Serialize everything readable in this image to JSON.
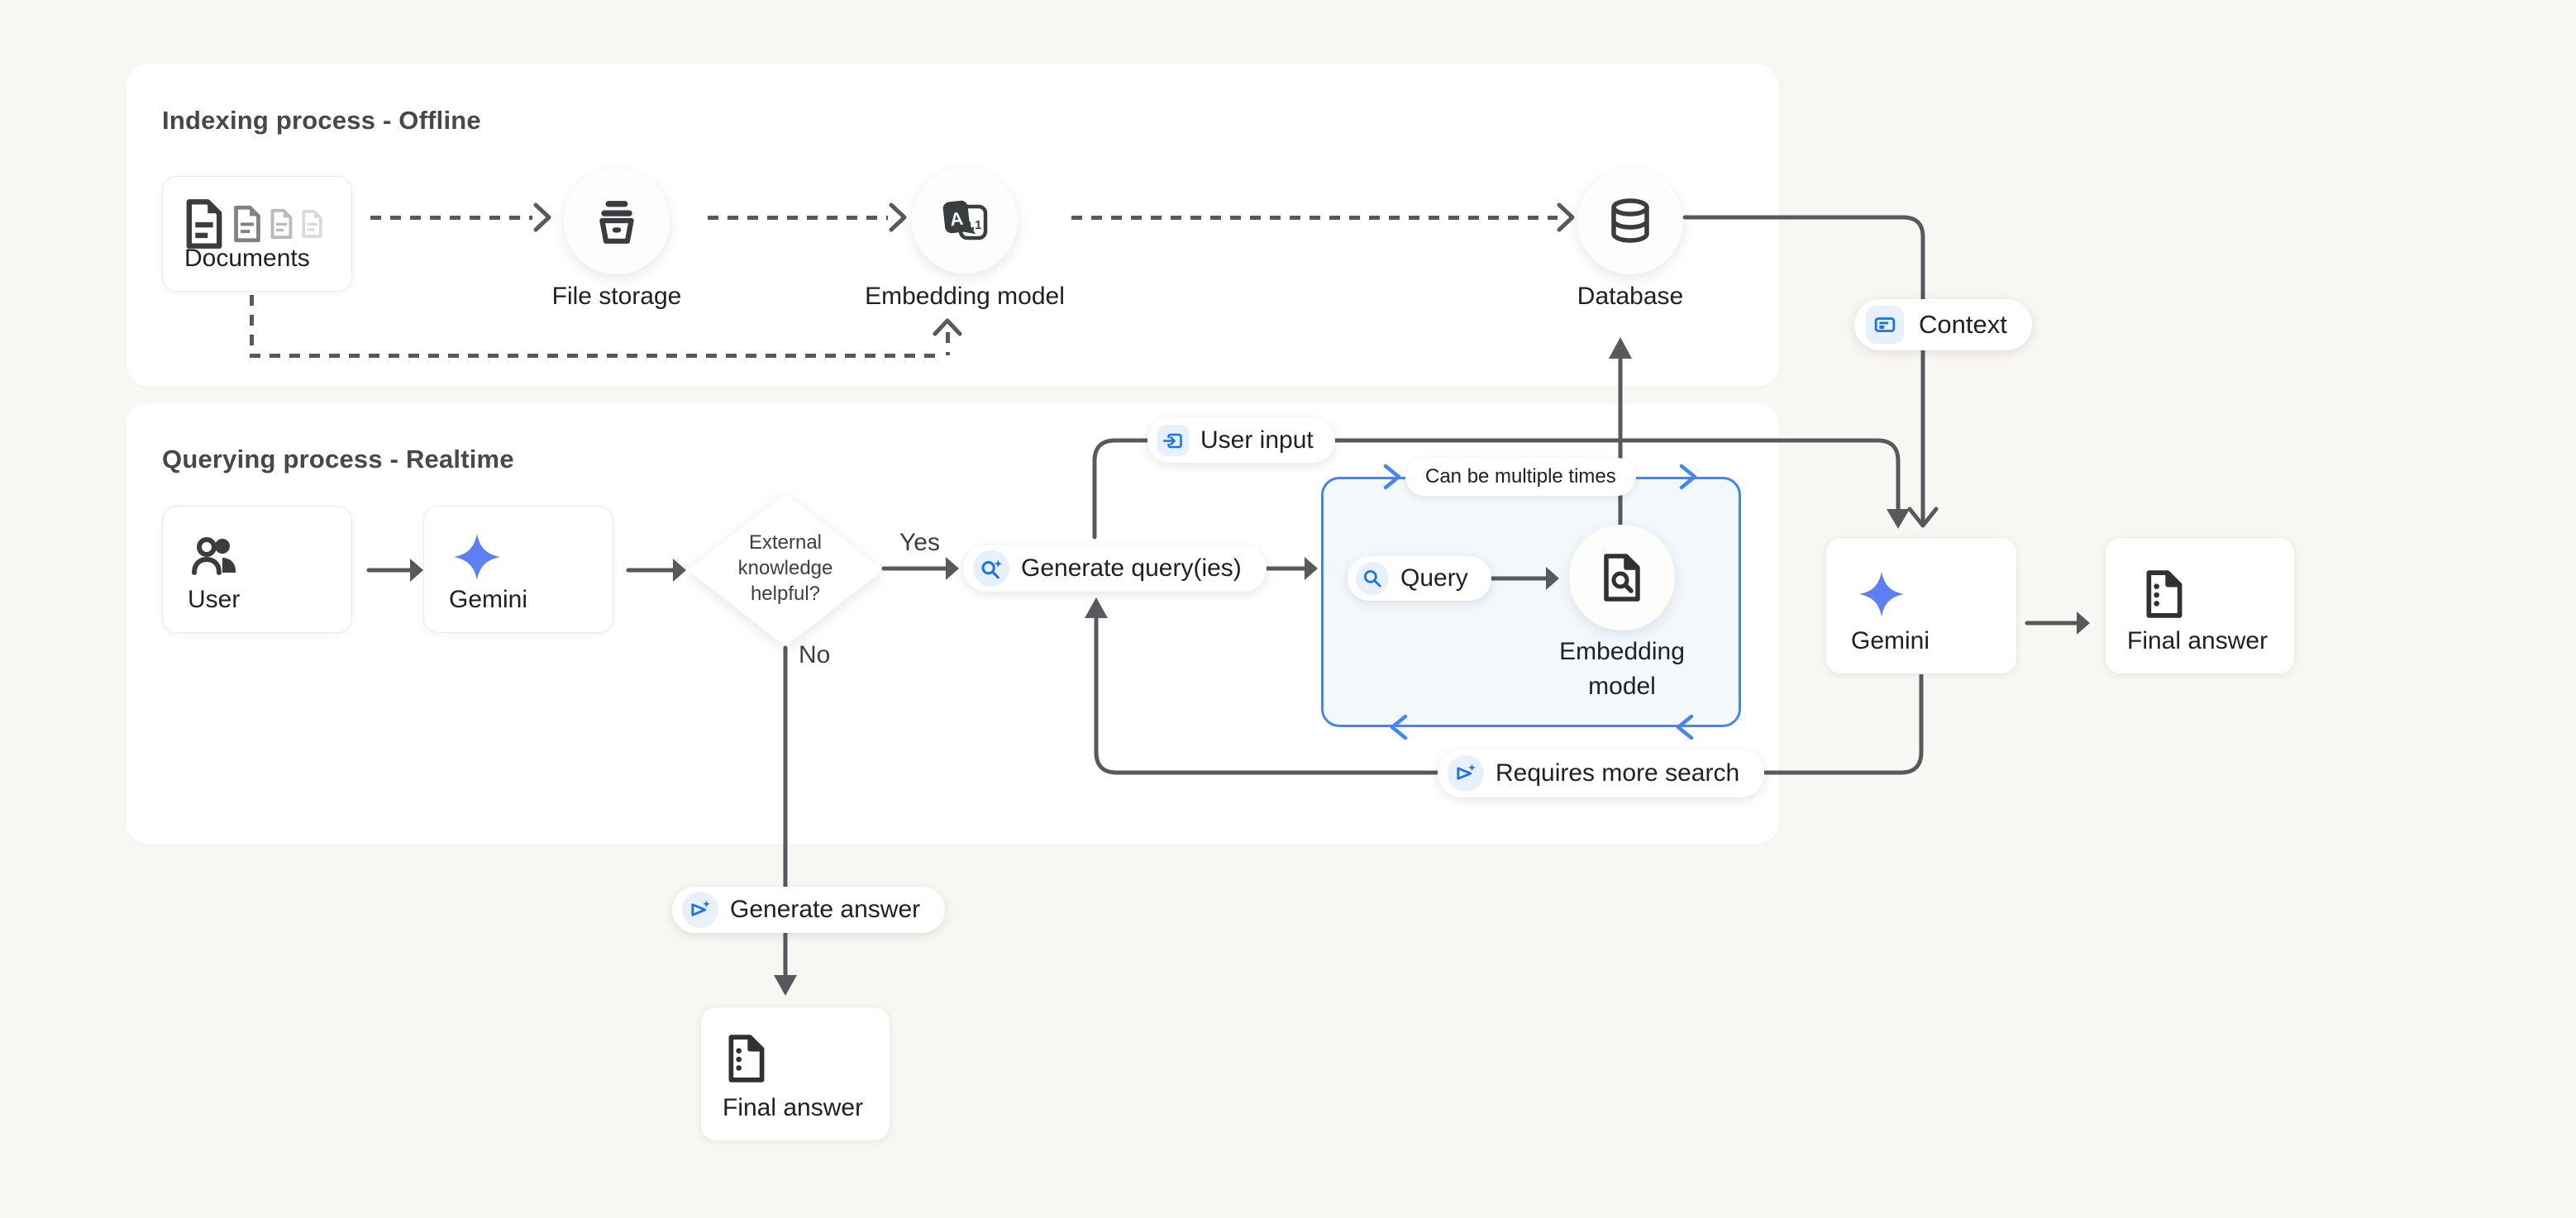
{
  "colors": {
    "page_bg": "#f8f7f4",
    "panel_bg": "#ffffff",
    "line_gray": "#57595c",
    "accent_blue": "#1a73e8",
    "box_border_blue": "#4285f4",
    "chip_blue_bg": "#e8f0fe",
    "loop_box_bg": "#f3f8fc",
    "text_dark": "#202124",
    "title_gray": "#45484c",
    "gemini_gradient_start": "#2e6ff2",
    "gemini_gradient_end": "#9c86f5"
  },
  "icons": {
    "documents": "stacked-document-pages-icon",
    "file_storage": "storage-bucket-icon",
    "embedding_model_top": "translate-a-to-numbers-icon",
    "database": "database-cylinder-icon",
    "user": "two-people-icon",
    "gemini": "gemini-sparkle-icon",
    "generate_queries": "search-spark-icon",
    "user_input": "input-arrow-box-icon",
    "query": "magnifier-icon",
    "embedding_model_loop": "document-search-icon",
    "context": "article-lines-icon",
    "requires_more_search": "send-spark-icon",
    "generate_answer": "send-spark-icon",
    "final_answer": "summarize-document-icon"
  },
  "indexing": {
    "title": "Indexing process - Offline",
    "nodes": {
      "documents": "Documents",
      "file_storage": "File storage",
      "embedding": "Embedding model",
      "database": "Database"
    }
  },
  "querying": {
    "title": "Querying process - Realtime",
    "nodes": {
      "user": "User",
      "gemini": "Gemini"
    },
    "decision": {
      "text": "External knowledge helpful?",
      "yes": "Yes",
      "no": "No"
    },
    "pills": {
      "generate_queries": "Generate query(ies)"
    },
    "badges": {
      "user_input": "User input"
    },
    "loop": {
      "label": "Can be multiple times",
      "query": "Query",
      "embedding": "Embedding model"
    }
  },
  "right": {
    "context": "Context",
    "gemini": "Gemini",
    "final_answer": "Final answer",
    "requires_more_search": "Requires more search"
  },
  "bottom": {
    "generate_answer": "Generate answer",
    "final_answer": "Final answer"
  }
}
